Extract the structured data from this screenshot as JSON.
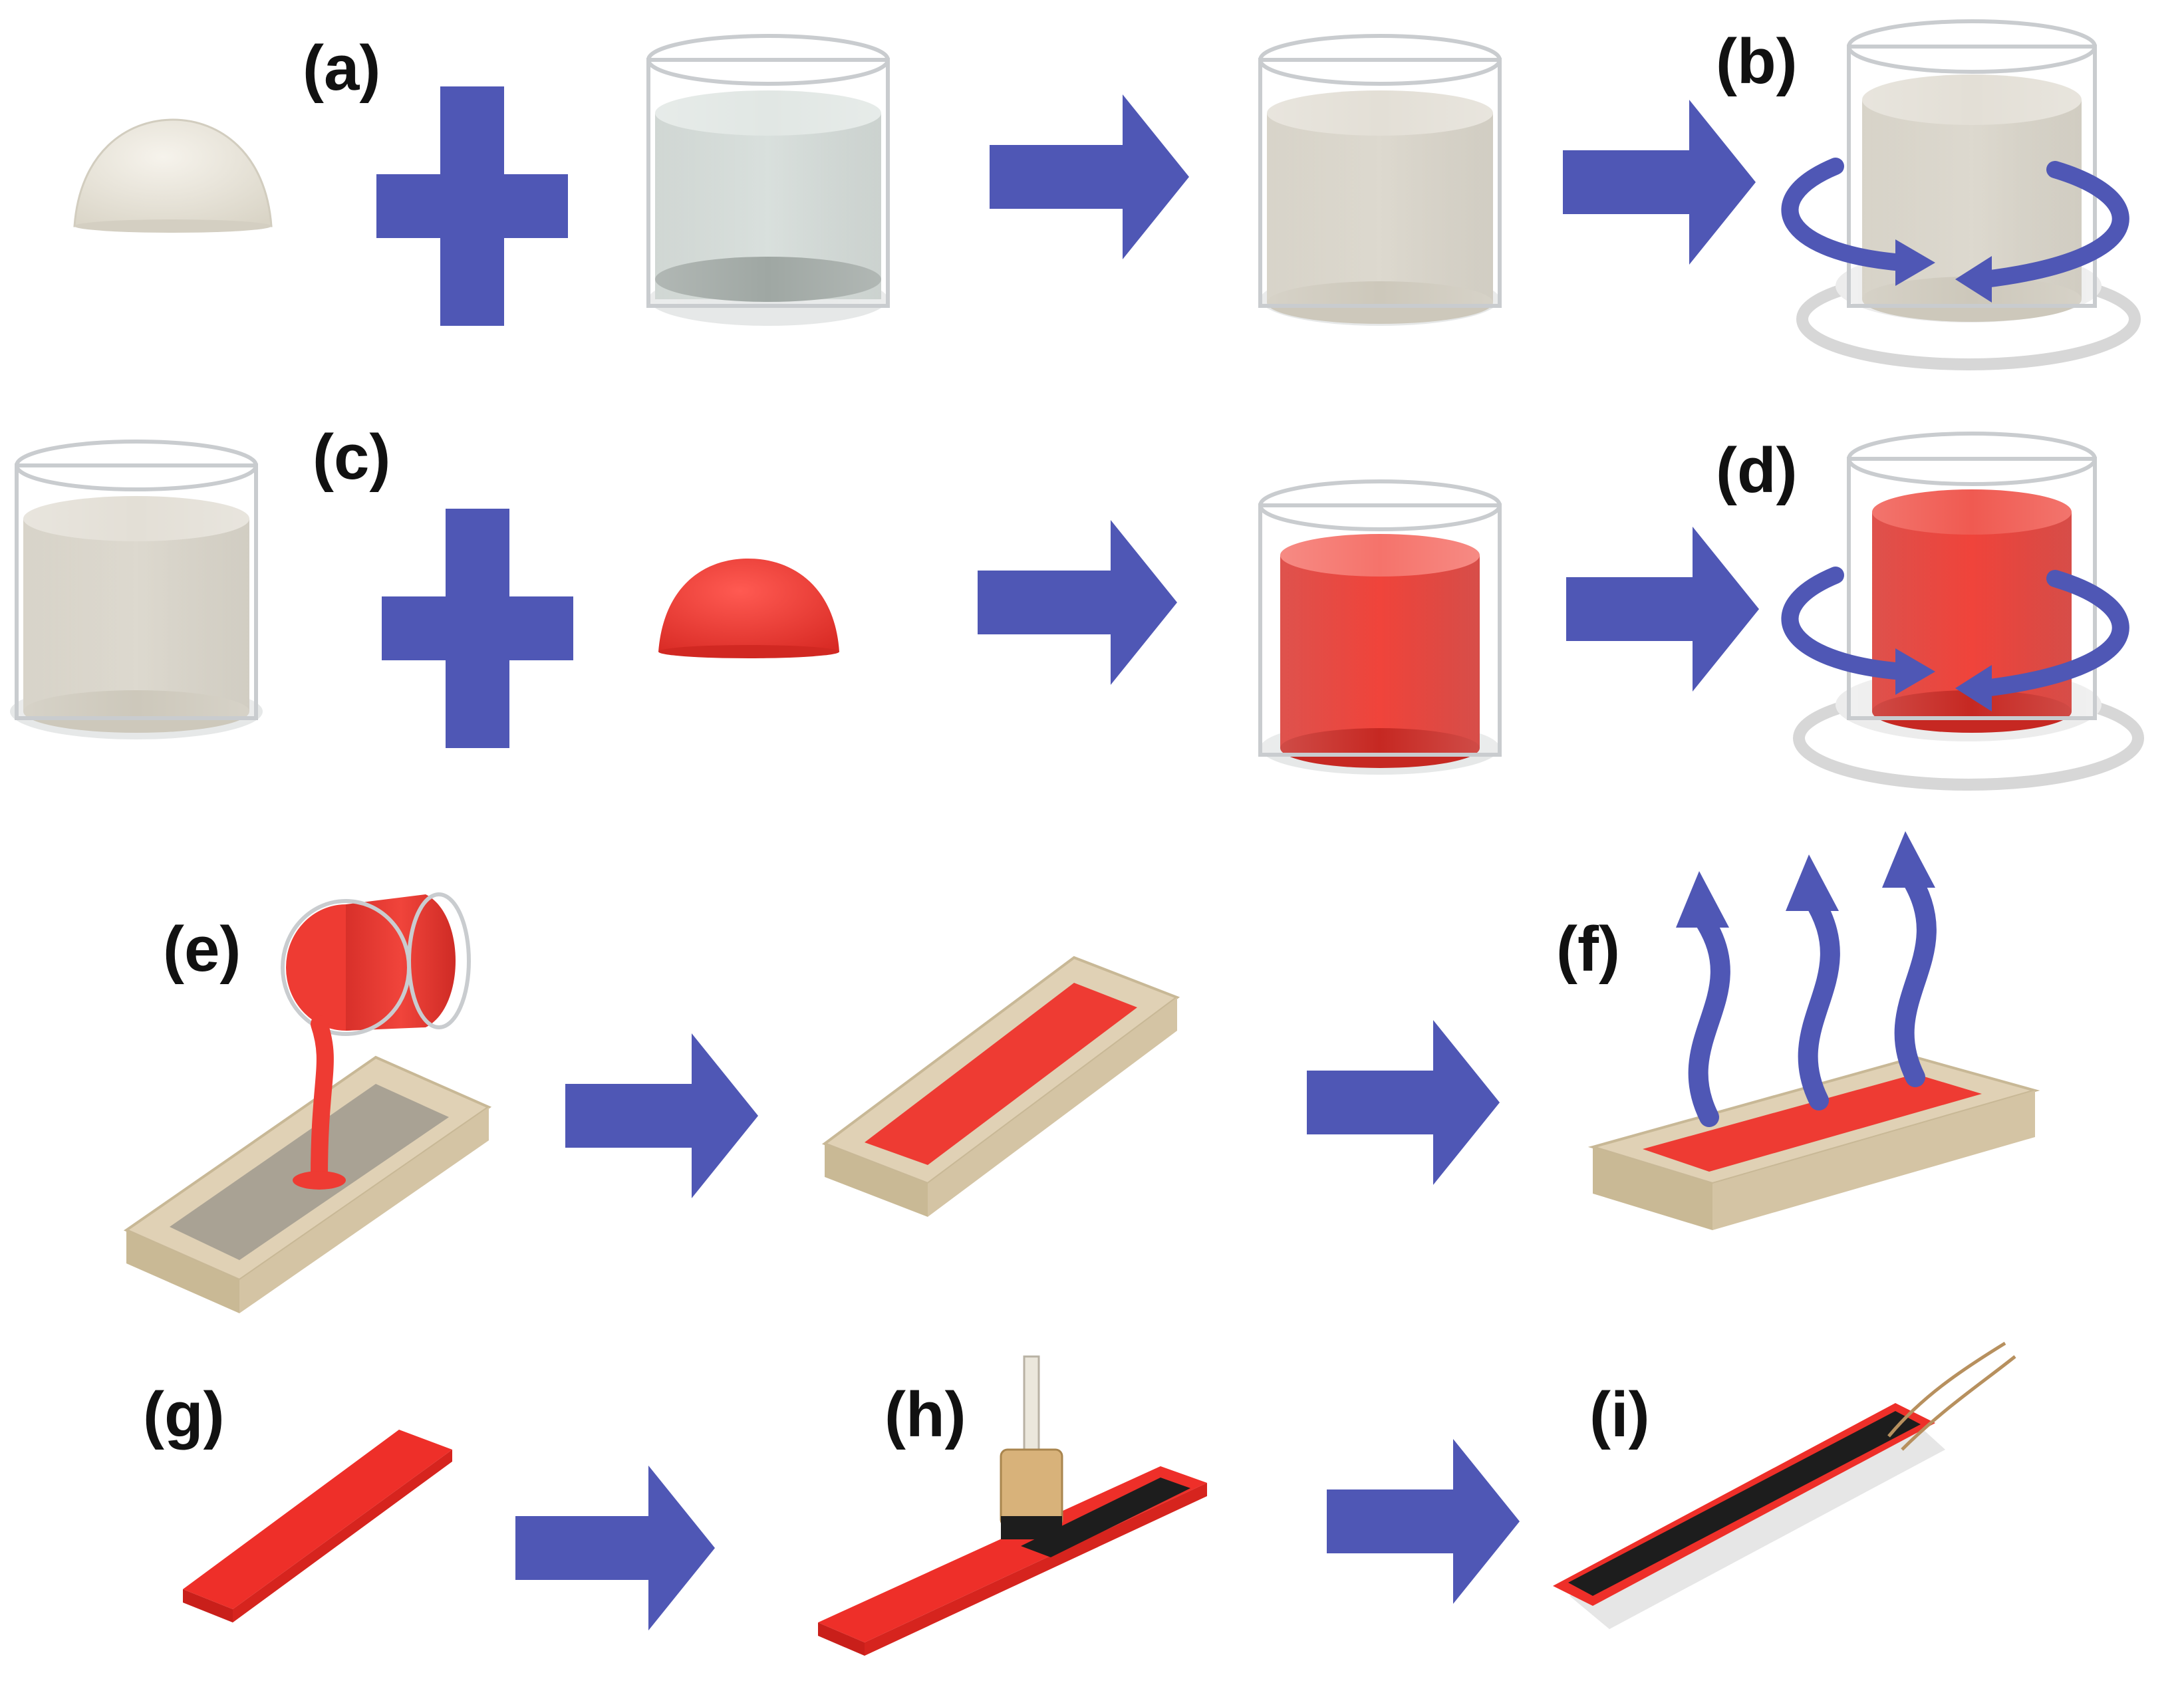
{
  "colors": {
    "arrow": "#4f57b5",
    "glass": "#c9cccf",
    "powder": "#e7e3da",
    "beige": "#d8d3c6",
    "red": "#ee3b33",
    "mold": "#e0d1b5",
    "carbon": "#1d1d1d"
  },
  "steps": {
    "a": "(a)",
    "b": "(b)",
    "c": "(c)",
    "d": "(d)",
    "e": "(e)",
    "f": "(f)",
    "g": "(g)",
    "h": "(h)",
    "i": "(i)"
  },
  "icons": [
    "plus-icon",
    "arrow-right-icon",
    "stir-rotation-icon",
    "heat-wave-icon",
    "brush-icon",
    "wire-lead-icon"
  ]
}
